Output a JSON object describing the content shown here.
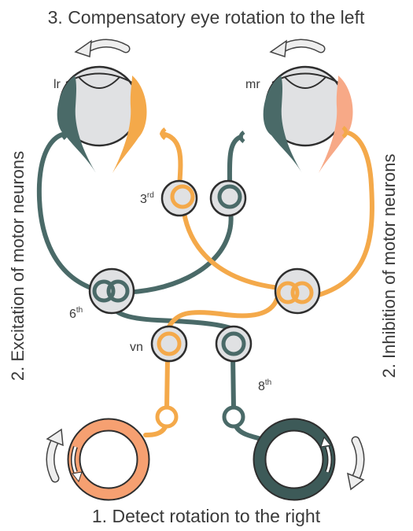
{
  "diagram": {
    "title_top": "3. Compensatory eye rotation to the left",
    "title_bottom": "1. Detect rotation to the right",
    "label_left": "2. Excitation of motor neurons",
    "label_right": "2. Inhibition of motor neurons",
    "muscle_left": "lr",
    "muscle_right": "mr",
    "nucleus_3rd": {
      "base": "3",
      "sup": "rd"
    },
    "nucleus_6th": {
      "base": "6",
      "sup": "th"
    },
    "vestibular_nucleus": "vn",
    "nerve_8th": {
      "base": "8",
      "sup": "th"
    }
  },
  "colors": {
    "excitatory": "#4a6a68",
    "inhibitory": "#f4a94a",
    "canal_left": "#f6a071",
    "canal_right": "#3d5a58",
    "eye_fill": "#e0e1e3",
    "outline": "#2e2e2e",
    "arrow_fill": "#eeeeee"
  }
}
